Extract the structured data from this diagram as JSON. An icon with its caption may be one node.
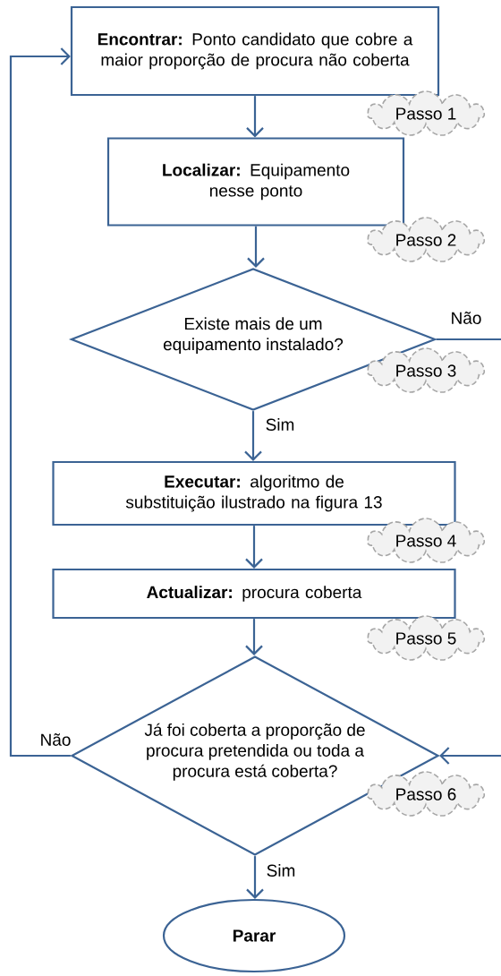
{
  "diagram": {
    "nodes": [
      {
        "text": [
          "**Encontrar:** Ponto candidato que cobre a maior proporção de procura não coberta"
        ]
      },
      {
        "text": [
          "Passo 1"
        ]
      },
      {
        "text": [
          "**Localizar:** Equipamento nesse ponto"
        ]
      },
      {
        "text": [
          "Passo 2"
        ]
      },
      {
        "text": [
          "Existe mais de um equipamento instalado?"
        ]
      },
      {
        "text": [
          "Passo 3"
        ]
      },
      {
        "text": [
          "**Executar:** algoritmo de substituição ilustrado na figura 13"
        ]
      },
      {
        "text": [
          "Passo 4"
        ]
      },
      {
        "text": [
          "**Actualizar:** procura coberta"
        ]
      },
      {
        "text": [
          "Passo 5"
        ]
      },
      {
        "text": [
          "Já foi coberta a proporção de procura pretendida ou toda a procura está coberta?"
        ]
      },
      {
        "text": [
          "Passo 6"
        ]
      },
      {
        "text": [
          "Parar"
        ]
      }
    ],
    "edges": [
      {
        "from": 0,
        "to": 2,
        "arrow": "to"
      },
      {
        "from": 2,
        "to": 4,
        "arrow": "to"
      },
      {
        "from": 4,
        "to": 6,
        "arrow": "to",
        "label": "Sim"
      },
      {
        "from": 4,
        "to": null,
        "arrow": "none",
        "label": "Não"
      },
      {
        "from": 6,
        "to": 8,
        "arrow": "to"
      },
      {
        "from": 8,
        "to": 10,
        "arrow": "to"
      },
      {
        "from": 10,
        "to": 12,
        "arrow": "to",
        "label": "Sim"
      },
      {
        "from": 10,
        "to": 0,
        "arrow": "to",
        "label": "Não"
      },
      {
        "from": null,
        "to": 10,
        "arrow": "to"
      }
    ]
  }
}
